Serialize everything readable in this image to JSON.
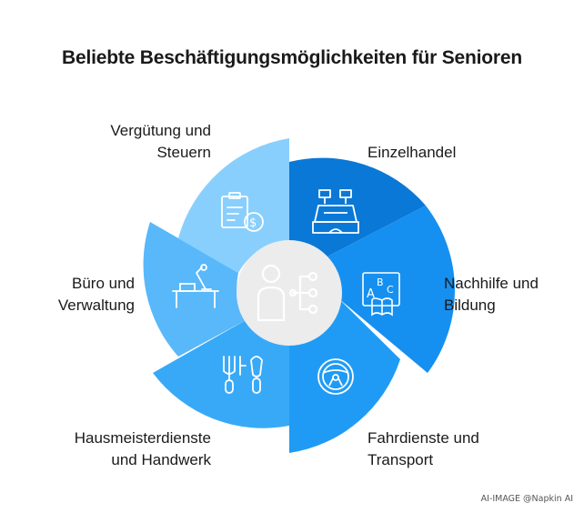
{
  "title": "Beliebte Beschäftigungsmöglichkeiten für Senioren",
  "segments": [
    {
      "line1": "Einzelhandel",
      "line2": "",
      "icon": "cash-register-icon",
      "color": "#0a78d6"
    },
    {
      "line1": "Nachhilfe und",
      "line2": "Bildung",
      "icon": "abc-book-icon",
      "color": "#1690f0"
    },
    {
      "line1": "Fahrdienste und",
      "line2": "Transport",
      "icon": "steering-wheel-icon",
      "color": "#1f9bf5"
    },
    {
      "line1": "Hausmeisterdienste",
      "line2": "und Handwerk",
      "icon": "garden-tools-icon",
      "color": "#38a9f7"
    },
    {
      "line1": "Büro und",
      "line2": "Verwaltung",
      "icon": "office-desk-icon",
      "color": "#58b8fa"
    },
    {
      "line1": "Vergütung und",
      "line2": "Steuern",
      "icon": "tax-document-icon",
      "color": "#88cffd"
    }
  ],
  "center_icon": "senior-person-network-icon",
  "footer": "AI-IMAGE  @Napkin AI"
}
